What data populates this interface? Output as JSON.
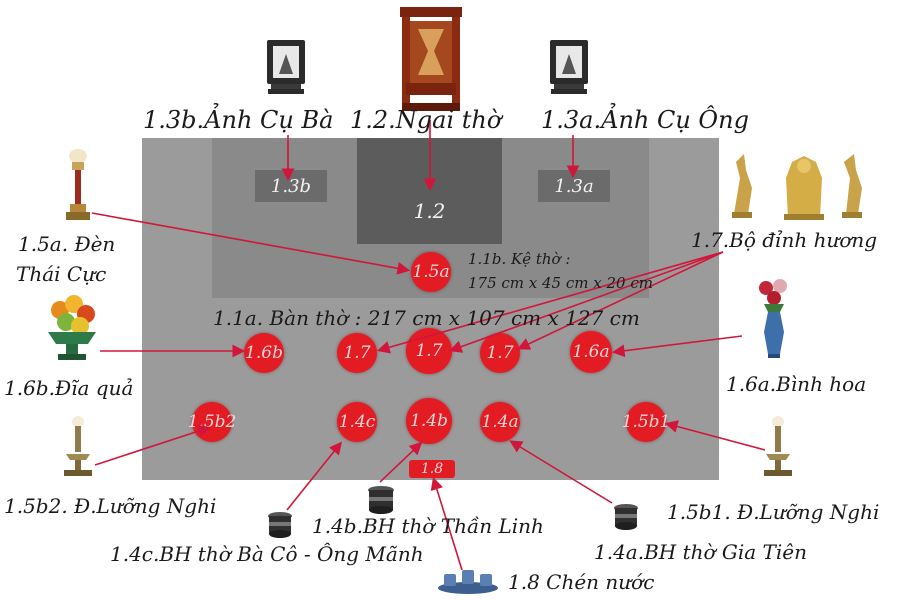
{
  "colors": {
    "table": "#9b9b9b",
    "shelf": "#8a8a8a",
    "chair_zone": "#5c5c5c",
    "photo_zone": "#6b6b6b",
    "marker": "#e31b23",
    "arrow": "#d0163a"
  },
  "zones": {
    "z13b": "1.3b",
    "z12": "1.2",
    "z13a": "1.3a"
  },
  "markers": {
    "m15a": "1.5a",
    "m16b": "1.6b",
    "m17l": "1.7",
    "m17c": "1.7",
    "m17r": "1.7",
    "m16a": "1.6a",
    "m15b2": "1.5b2",
    "m14c": "1.4c",
    "m14b": "1.4b",
    "m14a": "1.4a",
    "m15b1": "1.5b1",
    "m18": "1.8"
  },
  "labels": {
    "anh_cu_ba": "1.3b.Ảnh Cụ Bà",
    "ngai_tho": "1.2.Ngai thờ",
    "anh_cu_ong": "1.3a.Ảnh Cụ Ông",
    "den_thai_cuc_1": "1.5a. Đèn",
    "den_thai_cuc_2": "Thái Cực",
    "ke_tho_1": "1.1b. Kệ thờ :",
    "ke_tho_2": "175 cm x 45 cm x 20 cm",
    "bo_dinh_huong": "1.7.Bộ đỉnh hương",
    "ban_tho": "1.1a. Bàn thờ : 217 cm x 107 cm x 127 cm",
    "dia_qua": "1.6b.Đĩa quả",
    "binh_hoa": "1.6a.Bình hoa",
    "luong_nghi_2": "1.5b2. Đ.Lưỡng Nghi",
    "luong_nghi_1": "1.5b1. Đ.Lưỡng Nghi",
    "bh_than_linh": "1.4b.BH thờ Thần Linh",
    "bh_ba_co": "1.4c.BH thờ Bà Cô - Ông Mãnh",
    "bh_gia_tien": "1.4a.BH thờ  Gia Tiên",
    "chen_nuoc": "1.8 Chén nước"
  },
  "icons": [
    "portrait-frame-icon",
    "altar-chair-icon",
    "lamp-icon",
    "incense-set-icon",
    "fruit-plate-icon",
    "flower-vase-icon",
    "incense-bowl-icon",
    "water-cups-icon"
  ]
}
